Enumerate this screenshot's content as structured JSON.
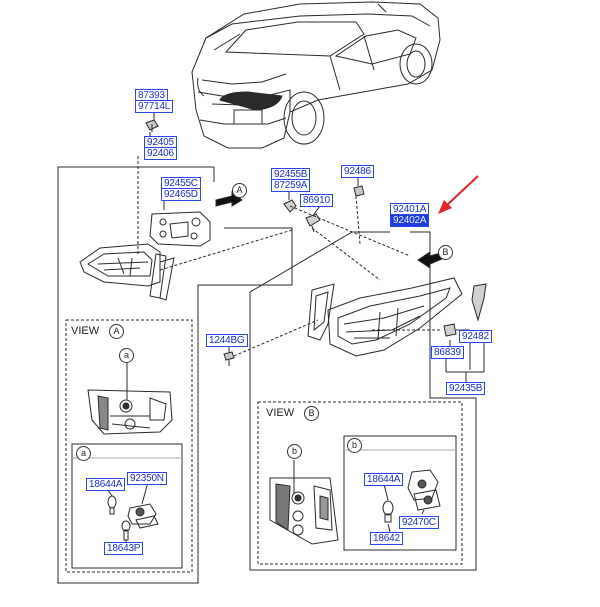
{
  "part_labels": {
    "p87393": "87393",
    "p97714L": "97714L",
    "p92405": "92405",
    "p92406": "92406",
    "p92455C": "92455C",
    "p92465D": "92465D",
    "p92455B": "92455B",
    "p87259A": "87259A",
    "p86910": "86910",
    "p92486": "92486",
    "p92401A": "92401A",
    "p92402A": "92402A",
    "p1244BG": "1244BG",
    "p92482": "92482",
    "p86839": "86839",
    "p92435B": "92435B",
    "p18644A_a": "18644A",
    "p92350N": "92350N",
    "p18643P": "18643P",
    "p18644A_b": "18644A",
    "p92470C": "92470C",
    "p18642": "18642"
  },
  "callouts": {
    "A": "A",
    "B": "B",
    "a": "a",
    "b": "b"
  },
  "view_labels": {
    "view": "VIEW"
  },
  "highlight_color": "#1e3ce0",
  "arrow_color": "#e0252a",
  "label_color": "#2b46e6"
}
